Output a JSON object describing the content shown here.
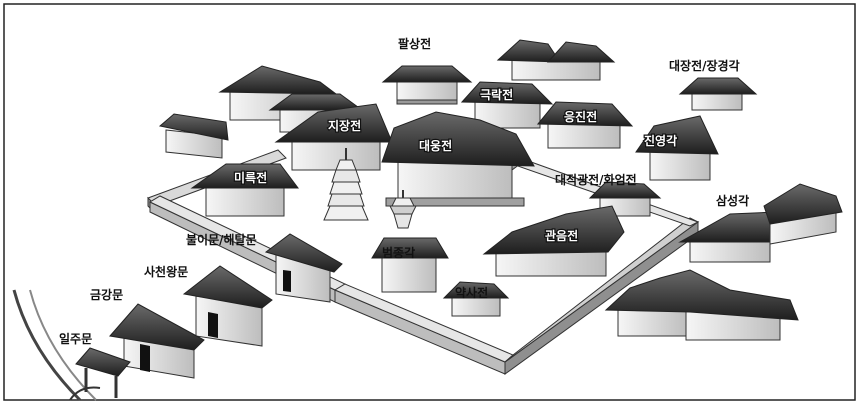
{
  "labels": {
    "palsangjeon": "팔상전",
    "daejangjeon": "대장전/장경각",
    "geungnakjeon": "극락전",
    "eungjinjeon": "응진전",
    "jijangjeon": "지장전",
    "daeungjeon": "대웅전",
    "jinyeonggak": "진영각",
    "mireukjeon": "미륵전",
    "daejeokgwangjeon": "대적광전/화엄전",
    "samseonggak": "삼성각",
    "gwaneumjeon": "관음전",
    "burimun": "불이문/해탈문",
    "beomjonggak": "범종각",
    "sacheonwangmun": "사천왕문",
    "yaksajeon": "약사전",
    "geumgangmun": "금강문",
    "iljumun": "일주문"
  }
}
